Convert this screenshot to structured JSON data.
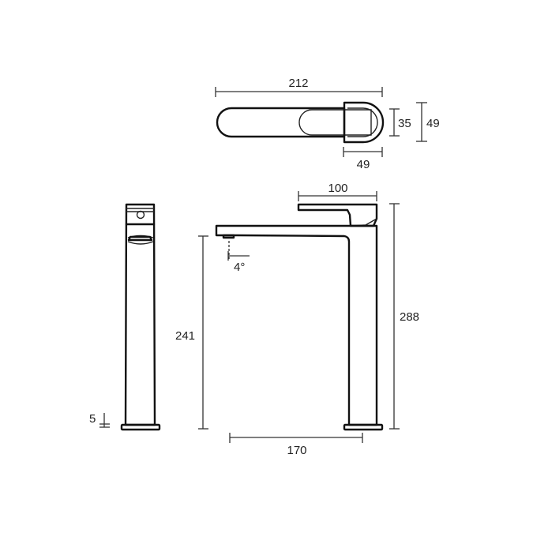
{
  "diagram": {
    "type": "technical-drawing",
    "subject": "tall basin mixer tap",
    "units": "mm",
    "line_color": "#111111",
    "background": "#ffffff",
    "views": {
      "top": {
        "dimensions": {
          "overall_length": "212",
          "handle_width": "35",
          "body_width": "49",
          "body_depth": "49"
        }
      },
      "side": {
        "dimensions": {
          "base_thickness": "5"
        }
      },
      "front": {
        "dimensions": {
          "lever_length": "100",
          "spout_angle": "4°",
          "spout_height": "241",
          "overall_height": "288",
          "spout_reach": "170"
        }
      }
    }
  }
}
